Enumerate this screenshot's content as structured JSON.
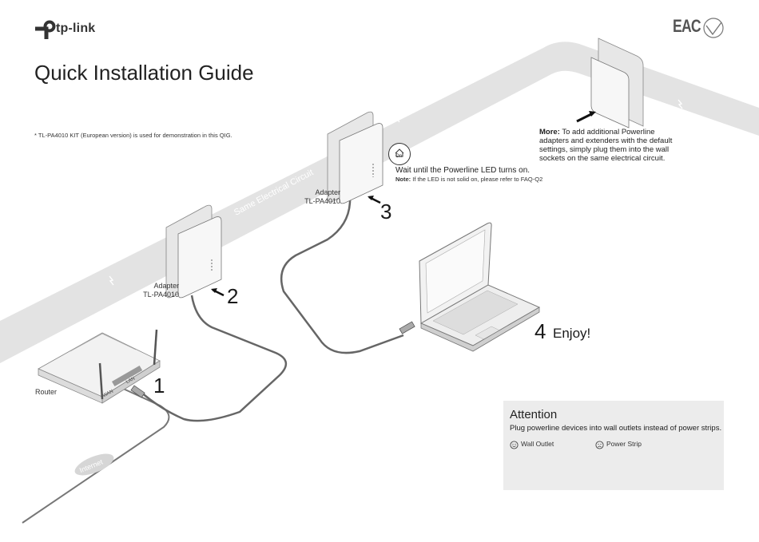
{
  "brand": {
    "logo_text": "tp-link",
    "certification_mark": "EAC"
  },
  "title": "Quick Installation Guide",
  "demo_note": "* TL-PA4010 KIT (European version) is used for demonstration in this QIG.",
  "circuit_label": "Same Electrical Circuit",
  "adapter_1": {
    "line1": "Adapter",
    "line2": "TL-PA4010"
  },
  "adapter_2": {
    "line1": "Adapter",
    "line2": "TL-PA4010"
  },
  "router_label": "Router",
  "port_lan": "LAN",
  "port_wan": "WAN",
  "internet_label": "Internet",
  "steps": {
    "s1": "1",
    "s2": "2",
    "s3": "3",
    "s4": "4"
  },
  "enjoy": "Enjoy!",
  "led_icon_text": "On",
  "wait_text": "Wait until the Powerline LED turns on.",
  "wait_note_label": "Note:",
  "wait_note_text": " If the LED is not solid on, please refer to FAQ-Q2",
  "more_label": "More:",
  "more_text": " To add additional Powerline adapters and extenders with the default settings, simply plug them into the wall sockets on the same electrical circuit.",
  "attention": {
    "title": "Attention",
    "text": "Plug powerline devices into wall outlets instead of power strips.",
    "good_label": "Wall Outlet",
    "bad_label": "Power Strip"
  },
  "colors": {
    "circuit_band": "#e3e3e3",
    "cable": "#555555",
    "device": "#f4f4f4",
    "attention_bg": "#ececec"
  }
}
